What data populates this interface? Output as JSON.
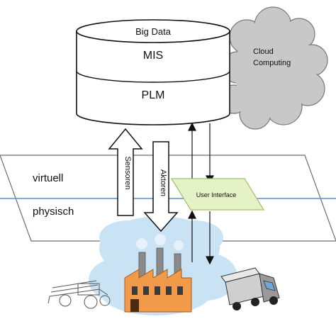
{
  "database": {
    "title": "Big Data",
    "upper_label": "MIS",
    "lower_label": "PLM"
  },
  "cloud": {
    "label_line1": "Cloud",
    "label_line2": "Computing"
  },
  "plane": {
    "label_virtual": "virtuell",
    "label_physical": "physisch"
  },
  "arrows": {
    "sensors_label": "Sensoren",
    "actuators_label": "Aktoren"
  },
  "user_interface": {
    "label": "User Interface"
  },
  "colors": {
    "database_fill": "#ffffff",
    "cloud_fill": "#c8c8c8",
    "plane_line": "#6e6e6e",
    "divider_line": "#5b8fc9",
    "ui_box_fill": "#e4f2c6",
    "ui_box_stroke": "#9fbf6a",
    "factory_fill": "#f09a4a",
    "smoke_fill": "#c9e3f5"
  },
  "icons": [
    "database-icon",
    "cloud-icon",
    "factory-icon",
    "truck-icon",
    "tractor-icon"
  ]
}
